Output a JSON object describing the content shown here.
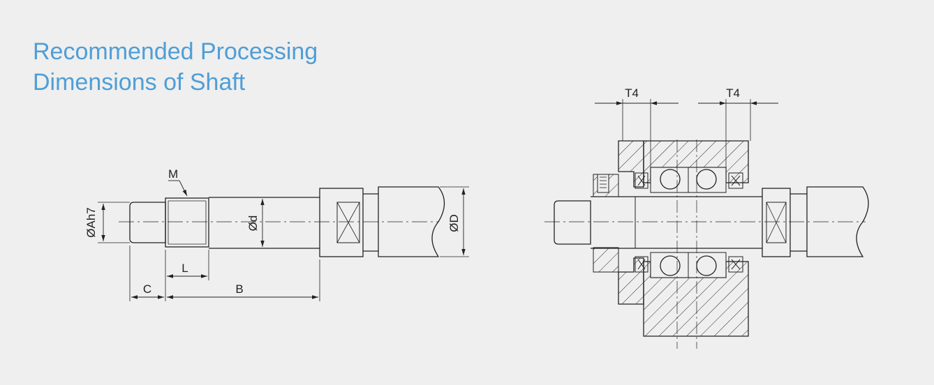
{
  "title": {
    "line1": "Recommended Processing",
    "line2": "Dimensions of Shaft"
  },
  "shaft_labels": {
    "thread": "M",
    "journal_diameter": "ØAh7",
    "shaft_diameter": "Ød",
    "outer_diameter": "ØD",
    "chamfer": "C",
    "thread_length": "L",
    "length": "B"
  },
  "assembly_labels": {
    "left_width": "T4",
    "right_width": "T4"
  },
  "colors": {
    "title": "#4f9ed6",
    "line": "#222222",
    "background": "#efefef"
  }
}
